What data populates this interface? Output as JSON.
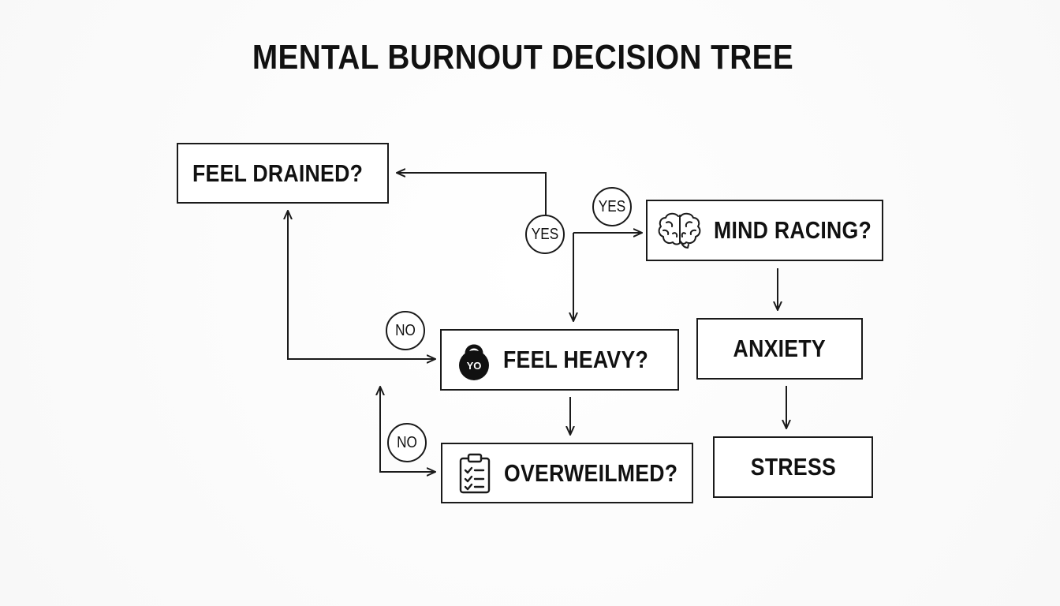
{
  "title": "MENTAL BURNOUT DECISION TREE",
  "nodes": {
    "feel_drained": "FEEL DRAINED?",
    "mind_racing": "MIND RACING?",
    "feel_heavy": "FEEL HEAVY?",
    "anxiety": "ANXIETY",
    "overwhelmed": "OVERWEILMED?",
    "stress": "STRESS"
  },
  "badges": {
    "yes_1": "YES",
    "yes_2": "YES",
    "no_1": "NO",
    "no_2": "NO"
  },
  "icons": {
    "mind_racing": "brain-icon",
    "feel_heavy": "kettlebell-icon",
    "feel_heavy_text": "YO",
    "overwhelmed": "clipboard-checklist-icon"
  },
  "colors": {
    "line": "#1a1a1a",
    "background": "#fbfbfb"
  }
}
